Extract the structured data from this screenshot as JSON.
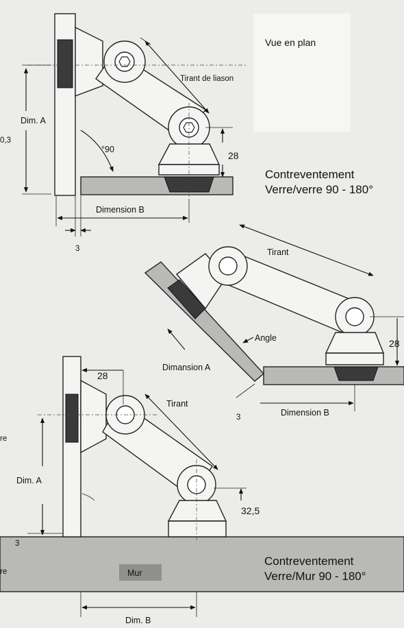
{
  "plan_view": {
    "title": "Vue en plan"
  },
  "top_figure": {
    "left_value": "0,3",
    "dim_a": "Dim. A",
    "angle": "°90",
    "tie_rod": "Tirant de liason",
    "height": "28",
    "dimension_b": "Dimension B",
    "gap": "3",
    "caption_line1": "Contreventement",
    "caption_line2": "Verre/verre 90 - 180°"
  },
  "middle_figure": {
    "tie_rod": "Tirant",
    "height": "28",
    "angle": "Angle",
    "dimension_a": "Dimansion A",
    "gap": "3",
    "dimension_b": "Dimension B"
  },
  "bottom_figure": {
    "height_top": "28",
    "tie_rod": "Tirant",
    "left_clipped_1": "re",
    "dim_a": "Dim. A",
    "height": "32,5",
    "gap": "3",
    "left_clipped_2": "re",
    "wall": "Mur",
    "dim_b": "Dim. B",
    "caption_line1": "Contreventement",
    "caption_line2": "Verre/Mur 90 - 180°"
  }
}
